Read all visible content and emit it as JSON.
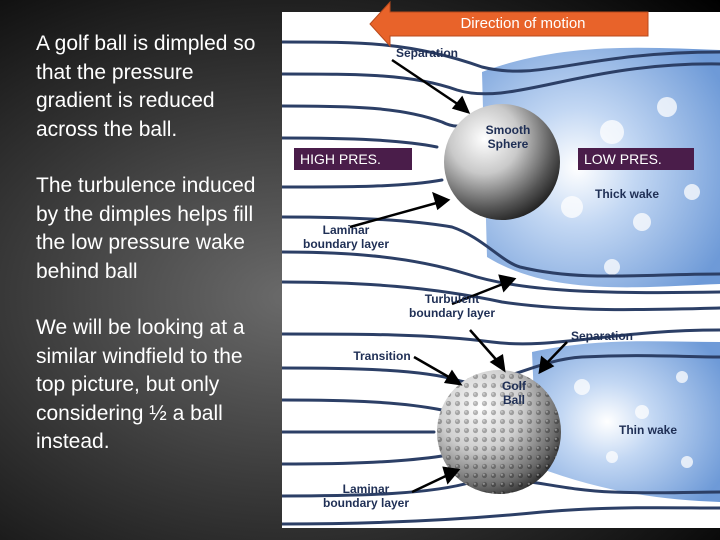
{
  "paragraphs": [
    "A golf ball is dimpled so that the pressure gradient is reduced across the ball.",
    "The turbulence induced by the dimples helps fill the low pressure wake behind ball",
    "We will be looking at a similar windfield to the top picture, but only considering ½ a ball instead."
  ],
  "direction_label": "Direction of motion",
  "high_pres": "HIGH PRES.",
  "low_pres": "LOW PRES.",
  "labels": {
    "separation_top": "Separation",
    "smooth_sphere": "Smooth Sphere",
    "thick_wake": "Thick wake",
    "laminar_top": "Laminar boundary layer",
    "turbulent": "Turbulent boundary layer",
    "separation_bottom": "Separation",
    "transition": "Transition",
    "golf_ball": "Golf Ball",
    "thin_wake": "Thin wake",
    "laminar_bottom": "Laminar boundary layer"
  },
  "colors": {
    "arrow_orange": "#e8632a",
    "callout_purple": "#4a1d4a",
    "flow_line": "#2c3f66",
    "wake_blue": "#6f9ad6"
  }
}
